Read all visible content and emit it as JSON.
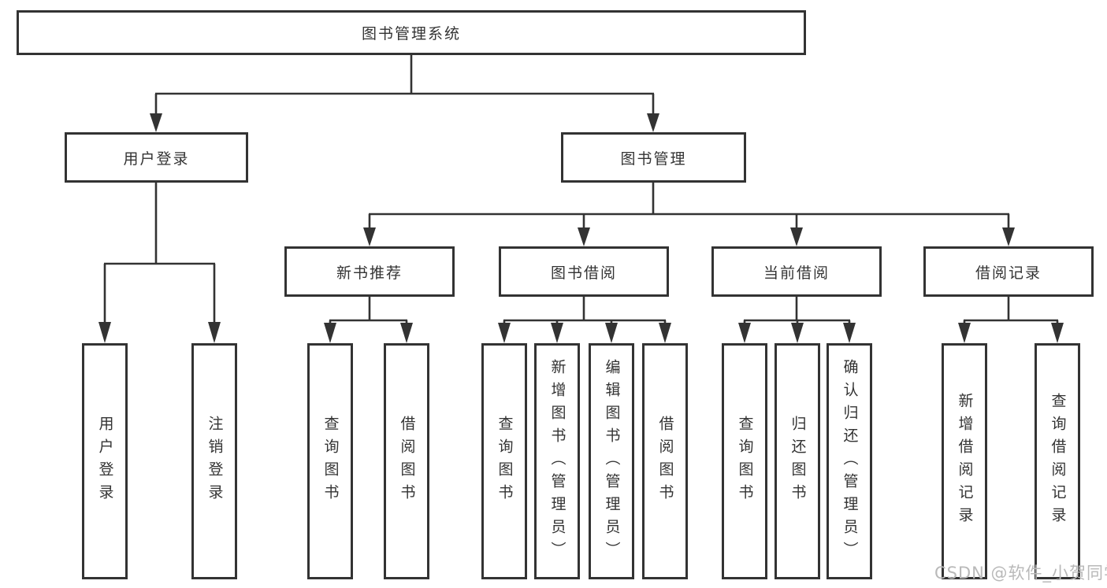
{
  "nodes": {
    "root": "图书管理系统",
    "user_login": "用户登录",
    "book_mgmt": "图书管理",
    "new_book": "新书推荐",
    "book_borrow": "图书借阅",
    "current_borrow": "当前借阅",
    "borrow_record": "借阅记录",
    "leaf_user_login": "用户登录",
    "leaf_logout": "注销登录",
    "leaf_newbook_query": "查询图书",
    "leaf_newbook_borrow": "借阅图书",
    "leaf_borrow_query": "查询图书",
    "leaf_borrow_add": "新增图书（管理员）",
    "leaf_borrow_edit": "编辑图书（管理员）",
    "leaf_borrow_borrow": "借阅图书",
    "leaf_current_query": "查询图书",
    "leaf_current_return": "归还图书",
    "leaf_current_confirm": "确认归还（管理员）",
    "leaf_record_add": "新增借阅记录",
    "leaf_record_query": "查询借阅记录"
  },
  "colors": {
    "line": "#333333",
    "text": "#333333",
    "box_fill": "#ffffff",
    "watermark_text": "#b9b9b9"
  },
  "watermark": "CSDN @软件_小贺同学"
}
